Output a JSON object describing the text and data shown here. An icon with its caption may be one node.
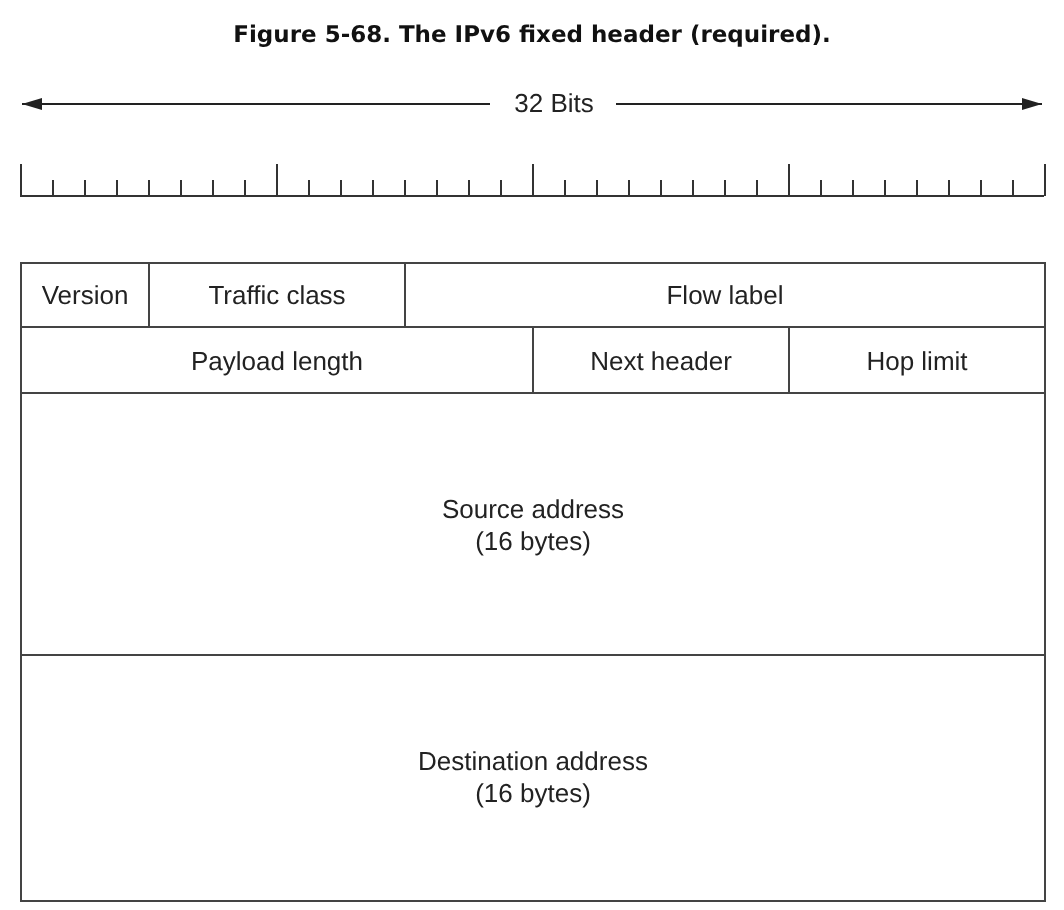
{
  "diagram": {
    "title": "Figure 5-68. The IPv6 fixed header (required).",
    "nodes": [
      {
        "text": [
          "Version"
        ]
      },
      {
        "text": [
          "Traffic class"
        ]
      },
      {
        "text": [
          "Flow label"
        ]
      },
      {
        "text": [
          "Payload length"
        ]
      },
      {
        "text": [
          "Next header"
        ]
      },
      {
        "text": [
          "Hop limit"
        ]
      },
      {
        "text": [
          "Source address (16 bytes)"
        ]
      },
      {
        "text": [
          "Destination address (16 bytes)"
        ]
      }
    ],
    "labels": [
      "32 Bits"
    ]
  }
}
